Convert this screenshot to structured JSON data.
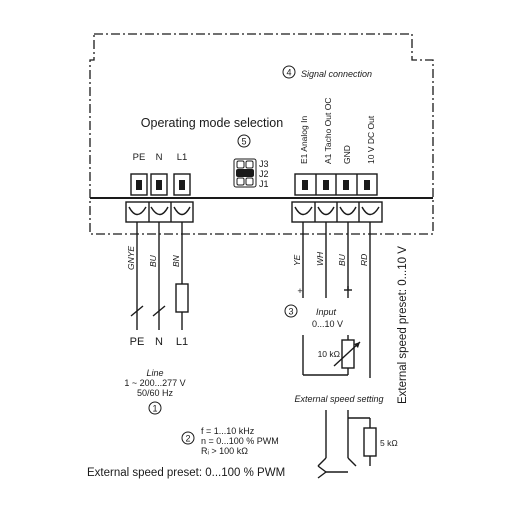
{
  "title": "Operating mode selection",
  "signal_connection": "Signal connection",
  "markers": {
    "m1": "1",
    "m2": "2",
    "m3": "3",
    "m4": "4",
    "m5": "5"
  },
  "power_terminals": [
    "PE",
    "N",
    "L1"
  ],
  "jumpers": [
    "J3",
    "J2",
    "J1"
  ],
  "signal_terminals": [
    "E1 Analog In",
    "A1 Tacho Out OC",
    "GND",
    "10 V DC Out"
  ],
  "power_wire_colors": [
    "GNYE",
    "BU",
    "BN"
  ],
  "signal_wire_colors": [
    "YE",
    "WH",
    "BU",
    "RD"
  ],
  "plus_sign": "+",
  "ground_sign": "┴",
  "line_terminals": [
    "PE",
    "N",
    "L1"
  ],
  "line_label": "Line",
  "line_voltage": "1 ~ 200...277 V",
  "line_frequency": "50/60 Hz",
  "input_label": "Input",
  "input_range": "0...10 V",
  "pot_value": "10 kΩ",
  "external_speed_setting": "External speed setting",
  "pwm_specs": [
    "f = 1...10 kHz",
    "n = 0...100 % PWM",
    "Rᵢ > 100 kΩ"
  ],
  "resistor_value": "5 kΩ",
  "ext_preset_pwm": "External speed preset: 0...100 % PWM",
  "ext_preset_voltage": "External speed preset: 0...10 V",
  "colors": {
    "ink": "#1a1a1a",
    "terminal_fill": "#1a1a1a",
    "background": "#ffffff"
  }
}
